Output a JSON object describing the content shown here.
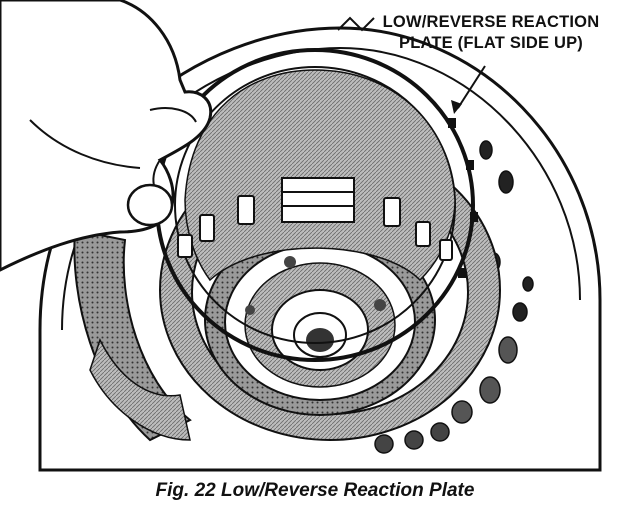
{
  "callout": {
    "line1": "LOW/REVERSE REACTION",
    "line2": "PLATE (FLAT SIDE UP)"
  },
  "caption": "Fig. 22 Low/Reverse Reaction Plate"
}
